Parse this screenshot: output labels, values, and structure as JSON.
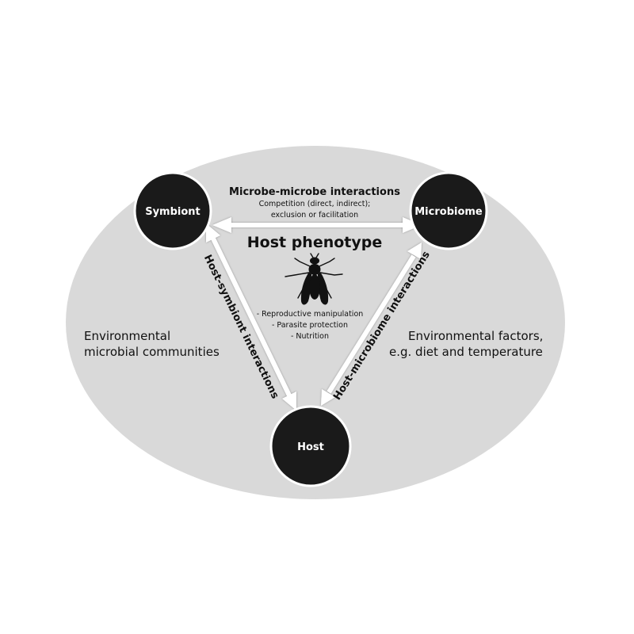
{
  "colors": {
    "background": "#ffffff",
    "ellipse": "#d9d9d9",
    "node": "#1a1a1a",
    "node_border": "#ffffff",
    "arrow": "#ffffff",
    "text": "#111111"
  },
  "nodes": {
    "symbiont": "Symbiont",
    "microbiome": "Microbiome",
    "host": "Host"
  },
  "edges": {
    "microbe_microbe": {
      "label": "Microbe-microbe interactions",
      "details": [
        "Competition (direct, indirect);",
        "exclusion or facilitation"
      ]
    },
    "host_symbiont": {
      "label": "Host-symbiont interactions"
    },
    "host_microbiome": {
      "label": "Host-microbiome interactions"
    }
  },
  "center": {
    "title": "Host phenotype",
    "icon": "fly-icon",
    "list": [
      "- Reproductive manipulation",
      "- Parasite protection",
      "- Nutrition"
    ]
  },
  "environment": {
    "left": [
      "Environmental",
      "microbial communities"
    ],
    "right": [
      "Environmental factors,",
      "e.g. diet and temperature"
    ]
  }
}
